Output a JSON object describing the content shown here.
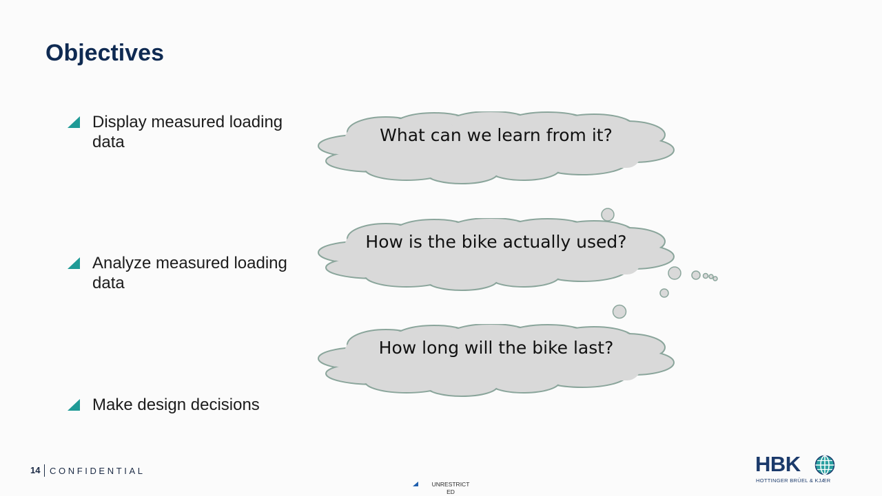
{
  "slide": {
    "title": "Objectives",
    "bullets": [
      {
        "text": "Display measured loading data"
      },
      {
        "text": "Analyze measured loading data"
      },
      {
        "text": "Make design decisions"
      }
    ],
    "thoughts": [
      {
        "text": "What can we learn from it?"
      },
      {
        "text": "How is the bike actually used?"
      },
      {
        "text": "How long will the bike last?"
      }
    ]
  },
  "footer": {
    "page_number": "14",
    "confidentiality": "CONFIDENTIAL",
    "classification": "UNRESTRICTED"
  },
  "logo": {
    "letters": "HBK",
    "company": "HOTTINGER BRÜEL & KJÆR"
  },
  "colors": {
    "title": "#0f2a52",
    "bullet_marker": "#1f9a96",
    "cloud_fill": "#d9d9d9",
    "cloud_outline": "#8aa59b",
    "logo": "#1b3a6b",
    "logo_globe": "#2a9fa0"
  }
}
